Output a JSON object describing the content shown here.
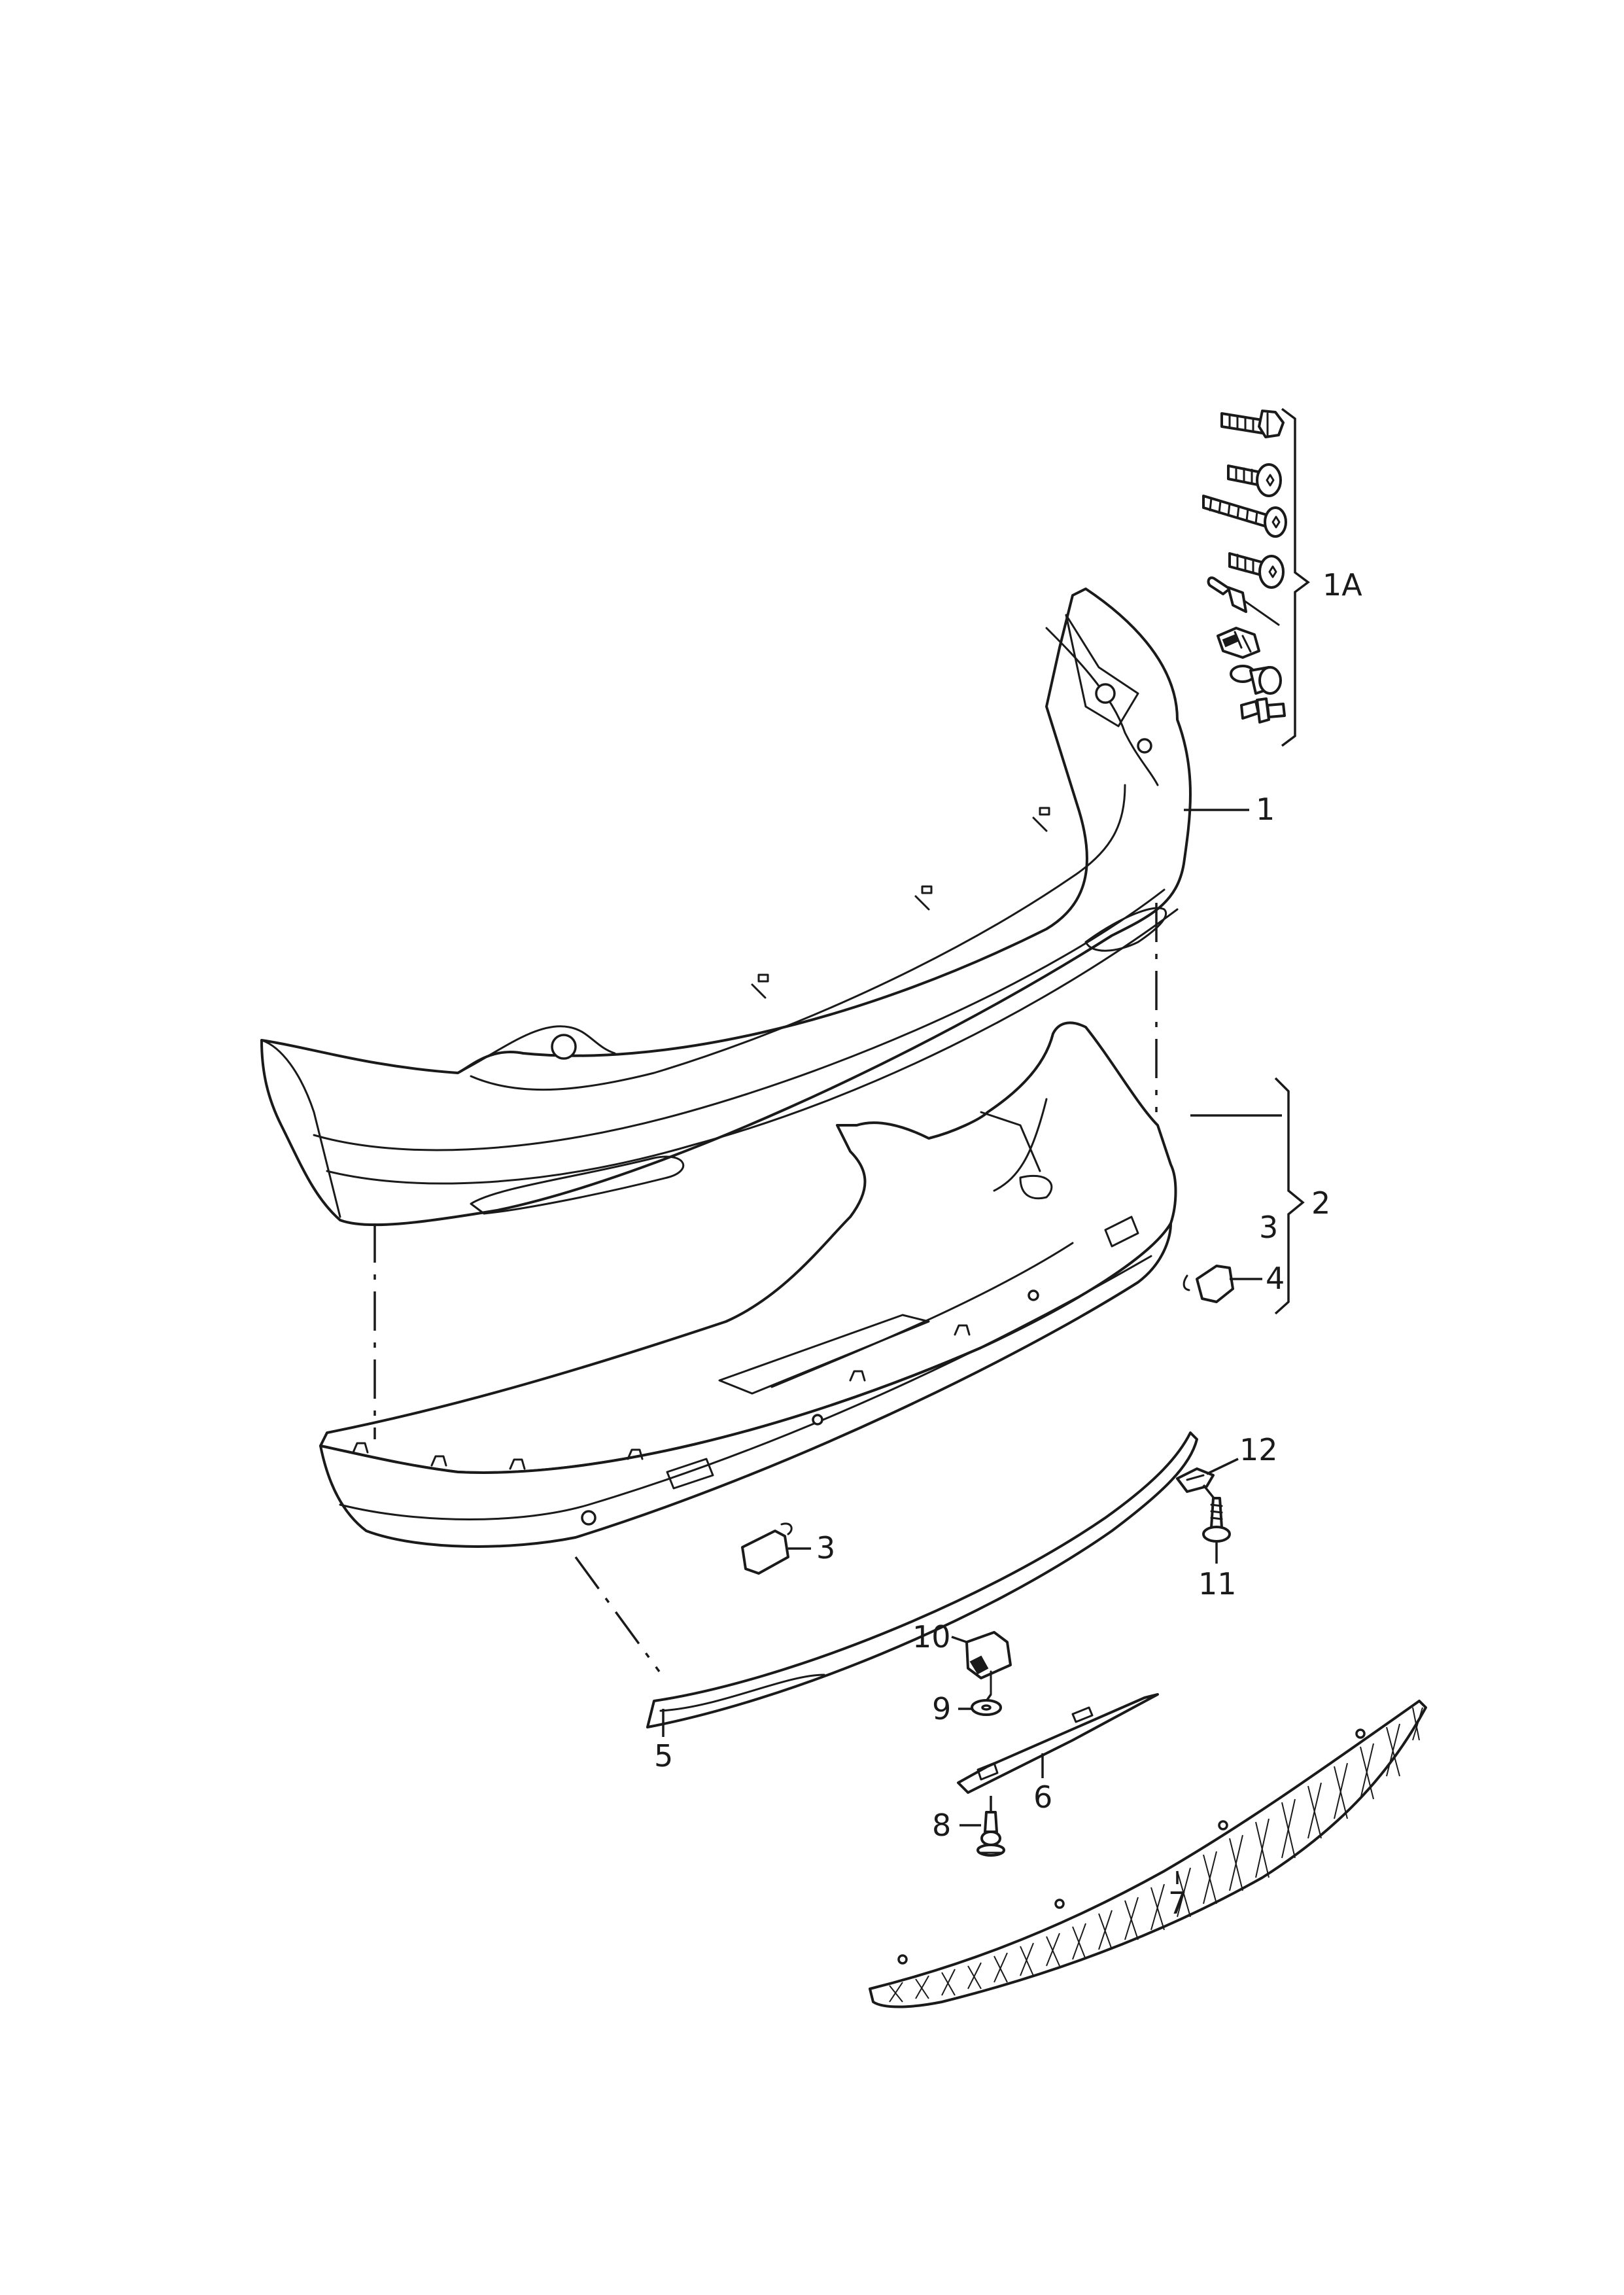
{
  "diagram": {
    "callouts": {
      "c1A": "1A",
      "c1": "1",
      "c2": "2",
      "c3_upper": "3",
      "c4": "4",
      "c3_lower": "3",
      "c5": "5",
      "c6": "6",
      "c7": "7",
      "c8": "8",
      "c9": "9",
      "c10": "10",
      "c11": "11",
      "c12": "12"
    },
    "fastener_group_1A": [
      "hex-bolt-icon",
      "torx-bolt-icon",
      "long-torx-screw-icon",
      "torx-screw-icon",
      "rivet-icon",
      "spring-clip-icon",
      "expanding-rivet-icon",
      "push-pin-icon"
    ]
  }
}
